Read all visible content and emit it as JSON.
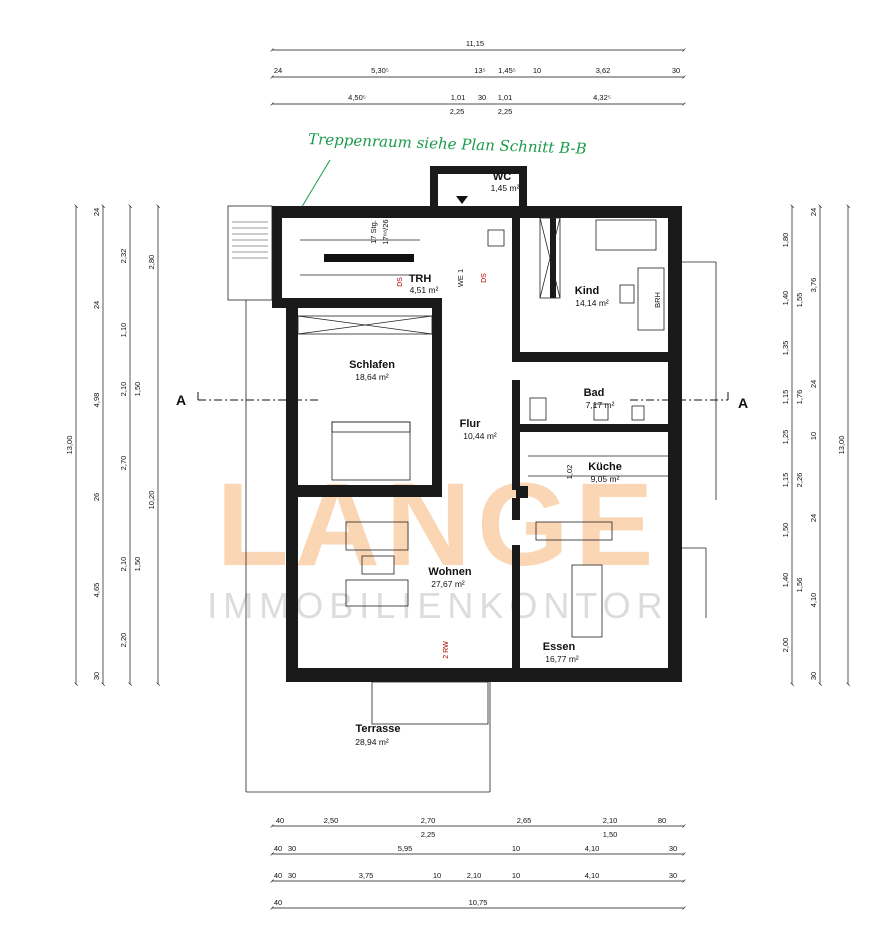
{
  "note": "Treppenraum siehe Plan Schnitt B-B",
  "section_label": "A",
  "watermark": {
    "brand": "LANGE",
    "sub": "IMMOBILIENKONTOR"
  },
  "rooms": [
    {
      "id": "wc",
      "name": "WC",
      "area": "1,45 m²"
    },
    {
      "id": "trh",
      "name": "TRH",
      "area": "4,51 m²"
    },
    {
      "id": "kind",
      "name": "Kind",
      "area": "14,14 m²"
    },
    {
      "id": "schlafen",
      "name": "Schlafen",
      "area": "18,64 m²"
    },
    {
      "id": "bad",
      "name": "Bad",
      "area": "7,17 m²"
    },
    {
      "id": "flur",
      "name": "Flur",
      "area": "10,44 m²"
    },
    {
      "id": "kueche",
      "name": "Küche",
      "area": "9,05 m²"
    },
    {
      "id": "wohnen",
      "name": "Wohnen",
      "area": "27,67 m²"
    },
    {
      "id": "essen",
      "name": "Essen",
      "area": "16,77 m²"
    },
    {
      "id": "terrasse",
      "name": "Terrasse",
      "area": "28,94 m²"
    }
  ],
  "labels": {
    "stairs": "17 Stg.",
    "stair_ratio": "17⁸⁸/26",
    "we": "WE 1",
    "brh": "BRH",
    "rw": "2 RW",
    "kueche_h": "1,02",
    "ds1": "DS",
    "ds2": "DS"
  },
  "dims_top": {
    "row1": [
      "11,15"
    ],
    "row2": [
      "24",
      "5,30⁵",
      "13⁵",
      "1,45⁵",
      "10",
      "3,62",
      "30"
    ],
    "row3": [
      "4,50⁵",
      "1,01",
      "30",
      "1,01",
      "4,32⁵"
    ],
    "row3b": [
      "2,25",
      "2,25"
    ]
  },
  "dims_bottom": {
    "row1": [
      "40",
      "2,50",
      "2,70",
      "2,65",
      "2,10",
      "80"
    ],
    "row1b": [
      "2,25",
      "1,50"
    ],
    "row2": [
      "40",
      "30",
      "5,95",
      "10",
      "4,10",
      "30"
    ],
    "row3": [
      "40",
      "30",
      "3,75",
      "10",
      "2,10",
      "10",
      "4,10",
      "30"
    ],
    "row4": [
      "40",
      "10,75"
    ]
  },
  "dims_left": {
    "col1": [
      "13,00"
    ],
    "col2": [
      "24",
      "4,98",
      "26",
      "4,65",
      "30"
    ],
    "col3": [
      "2,32",
      "24",
      "1,10",
      "2,10",
      "2,70",
      "2,10",
      "2,20"
    ],
    "col3b": [
      "1,50",
      "1,50"
    ],
    "col4": [
      "2,80",
      "10,20"
    ]
  },
  "dims_right": {
    "col1": [
      "1,80",
      "1,40",
      "1,35",
      "1,15",
      "1,25",
      "1,15",
      "1,50",
      "1,40",
      "2,00"
    ],
    "col1b": [
      "24",
      "24",
      "10",
      "24",
      "30"
    ],
    "col2": [
      "3,76",
      "1,55",
      "1,76",
      "2,26",
      "1,56",
      "4,10"
    ],
    "col3": [
      "13,00"
    ]
  }
}
